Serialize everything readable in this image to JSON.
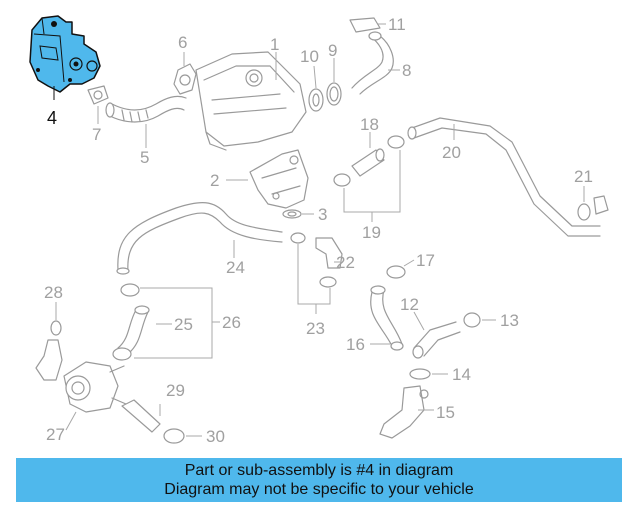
{
  "callouts": {
    "c1": "1",
    "c2": "2",
    "c3": "3",
    "c4": "4",
    "c5": "5",
    "c6": "6",
    "c7": "7",
    "c8": "8",
    "c9": "9",
    "c10": "10",
    "c11": "11",
    "c12": "12",
    "c13": "13",
    "c14": "14",
    "c15": "15",
    "c16": "16",
    "c17": "17",
    "c18": "18",
    "c19": "19",
    "c20": "20",
    "c21": "21",
    "c22": "22",
    "c23": "23",
    "c24": "24",
    "c25": "25",
    "c26": "26",
    "c27": "27",
    "c28": "28",
    "c29": "29",
    "c30": "30"
  },
  "colors": {
    "highlight_part": "#4fb8ec",
    "banner": "#4fb8ec",
    "line_art": "#9a9a9a"
  },
  "banner": {
    "line1": "Part or sub-assembly is #4 in diagram",
    "line2": "Diagram may not be specific to your vehicle"
  }
}
